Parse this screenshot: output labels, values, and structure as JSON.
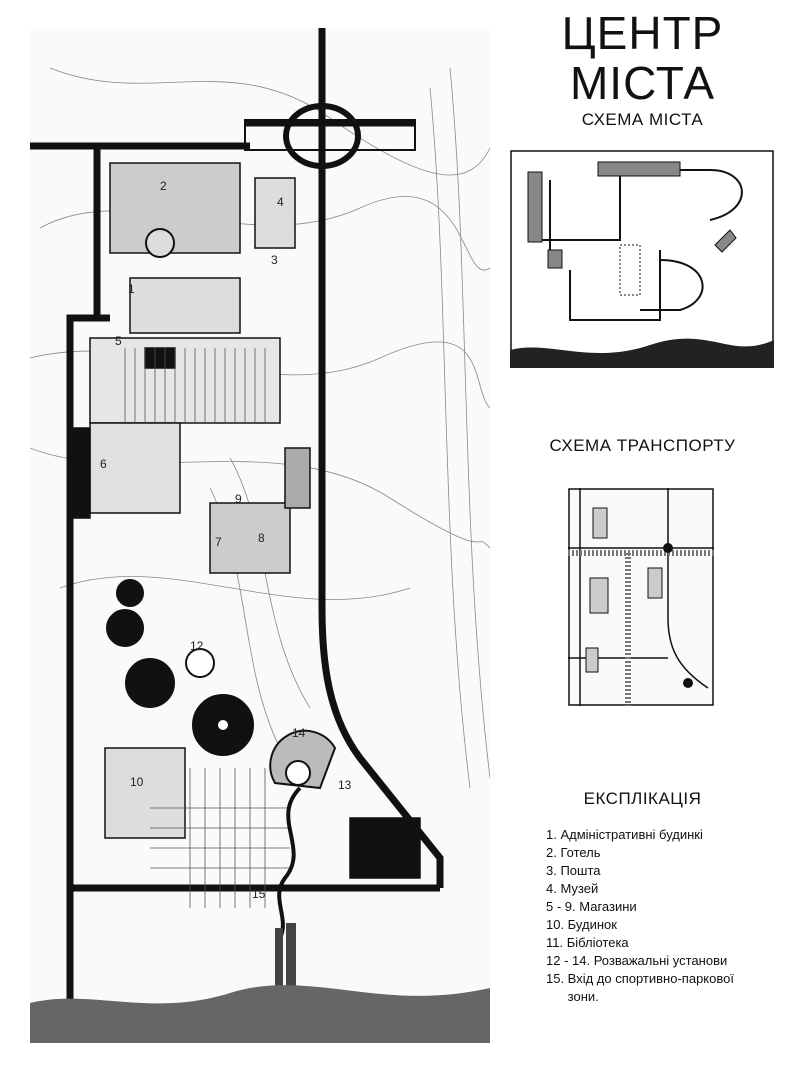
{
  "title": {
    "line1": "ЦЕНТР",
    "line2": "МІСТА"
  },
  "city_scheme": {
    "heading": "СХЕМА МІСТА"
  },
  "transport_scheme": {
    "heading": "СХЕМА ТРАНСПОРТУ"
  },
  "legend": {
    "heading": "ЕКСПЛІКАЦІЯ",
    "items": [
      "1. Адміністративні будинкі",
      "2. Готель",
      "3. Пошта",
      "4. Музей",
      "5 - 9. Магазини",
      "10. Будинок",
      "11. Бібліотека",
      "12 - 14. Розважальні установи",
      "15. Вхід до спортивно-паркової\n      зони."
    ]
  },
  "plan_labels": {
    "n1": "1",
    "n2": "2",
    "n3": "3",
    "n4": "4",
    "n5": "5",
    "n6": "6",
    "n7": "7",
    "n8": "8",
    "n9": "9",
    "n10": "10",
    "n12": "12",
    "n13": "13",
    "n14": "14",
    "n15": "15"
  }
}
